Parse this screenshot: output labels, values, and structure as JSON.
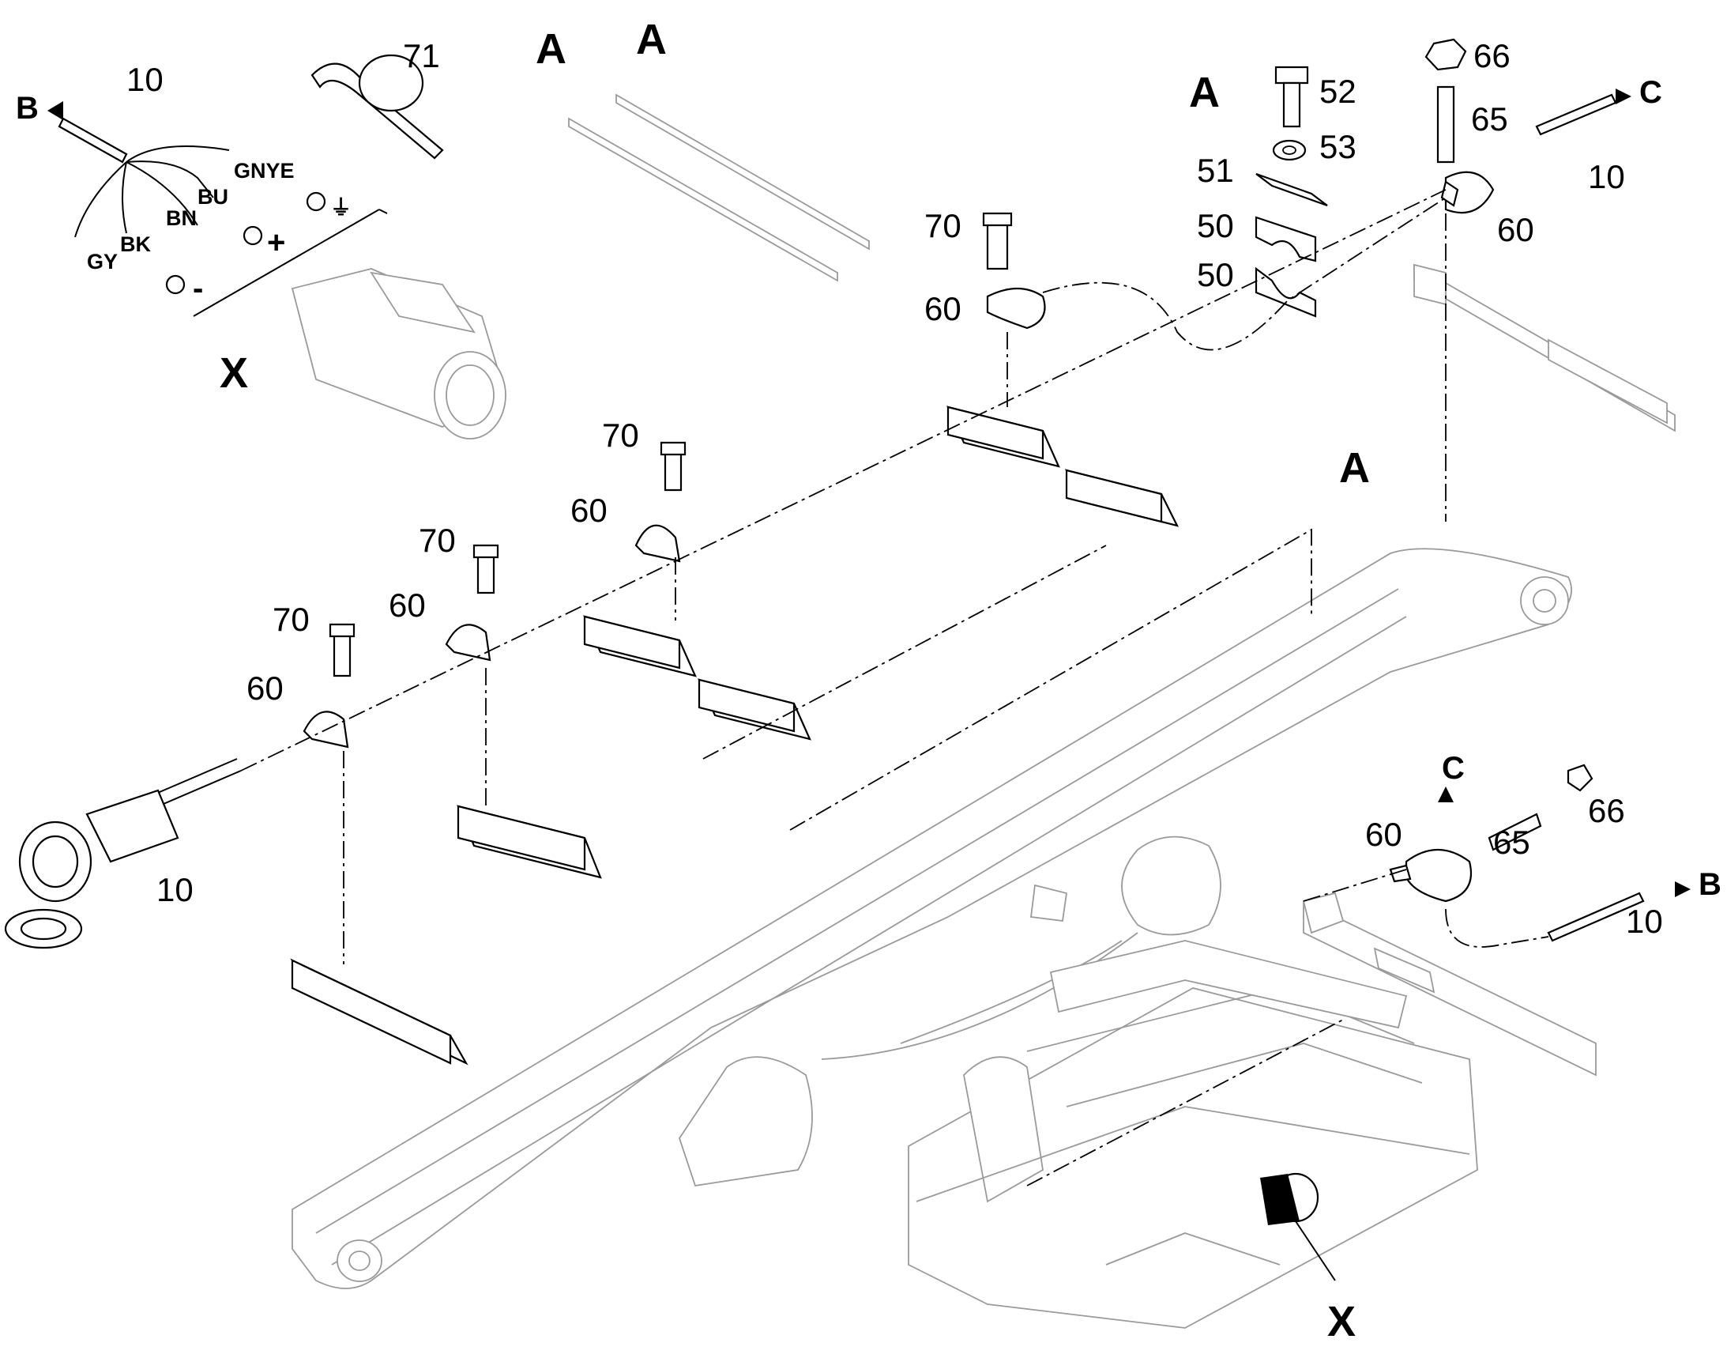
{
  "labels": {
    "item_10_top": "10",
    "item_71": "71",
    "item_A1": "A",
    "item_A2": "A",
    "item_A_hardware": "A",
    "item_52": "52",
    "item_53": "53",
    "item_51": "51",
    "item_50a": "50",
    "item_50b": "50",
    "item_66_top": "66",
    "item_65_top": "65",
    "item_10_right": "10",
    "item_60_right": "60",
    "item_C_top": "C",
    "item_70_a": "70",
    "item_60_a": "60",
    "item_70_b": "70",
    "item_60_b": "60",
    "item_70_c": "70",
    "item_60_c": "60",
    "item_70_d": "70",
    "item_60_d": "60",
    "item_10_plug": "10",
    "item_A_boom": "A",
    "item_C_bottom": "C",
    "item_60_bottom": "60",
    "item_65_bottom": "65",
    "item_66_bottom": "66",
    "item_B_bottom": "B",
    "item_10_bottom": "10",
    "item_X_detail": "X",
    "item_X_machine": "X",
    "arrow_B_top": "B"
  },
  "wires": {
    "gnye": "GNYE",
    "bu": "BU",
    "bn": "BN",
    "bk": "BK",
    "gy": "GY",
    "ground_symbol": "⏚",
    "plus": "+",
    "minus": "-"
  }
}
